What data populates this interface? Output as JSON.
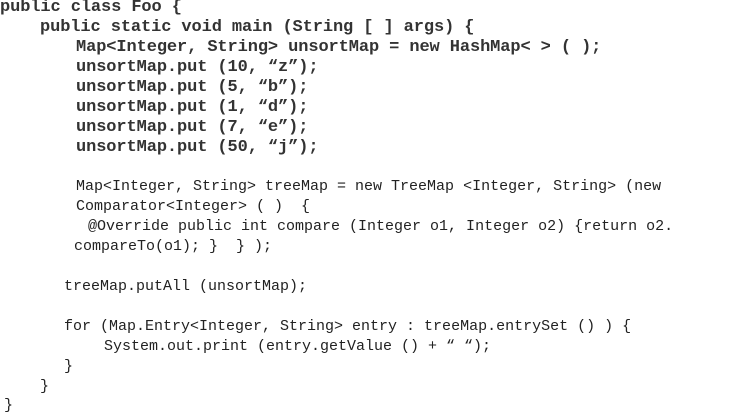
{
  "code_lines": [
    "public class Foo {",
    "public static void main (String [ ] args) {",
    "Map<Integer, String> unsortMap = new HashMap< > ( );",
    "unsortMap.put (10, “z”);",
    "unsortMap.put (5, “b”);",
    "unsortMap.put (1, “d”);",
    "unsortMap.put (7, “e”);",
    "unsortMap.put (50, “j”);",
    "Map<Integer, String> treeMap = new TreeMap <Integer, String> (new",
    "Comparator<Integer> ( )  {",
    "@Override public int compare (Integer o1, Integer o2) {return o2.",
    "compareTo(o1); }  } );",
    "treeMap.putAll (unsortMap);",
    "for (Map.Entry<Integer, String> entry : treeMap.entrySet () ) {",
    "System.out.print (entry.getValue () + “ “);",
    "}",
    "}",
    "}"
  ]
}
